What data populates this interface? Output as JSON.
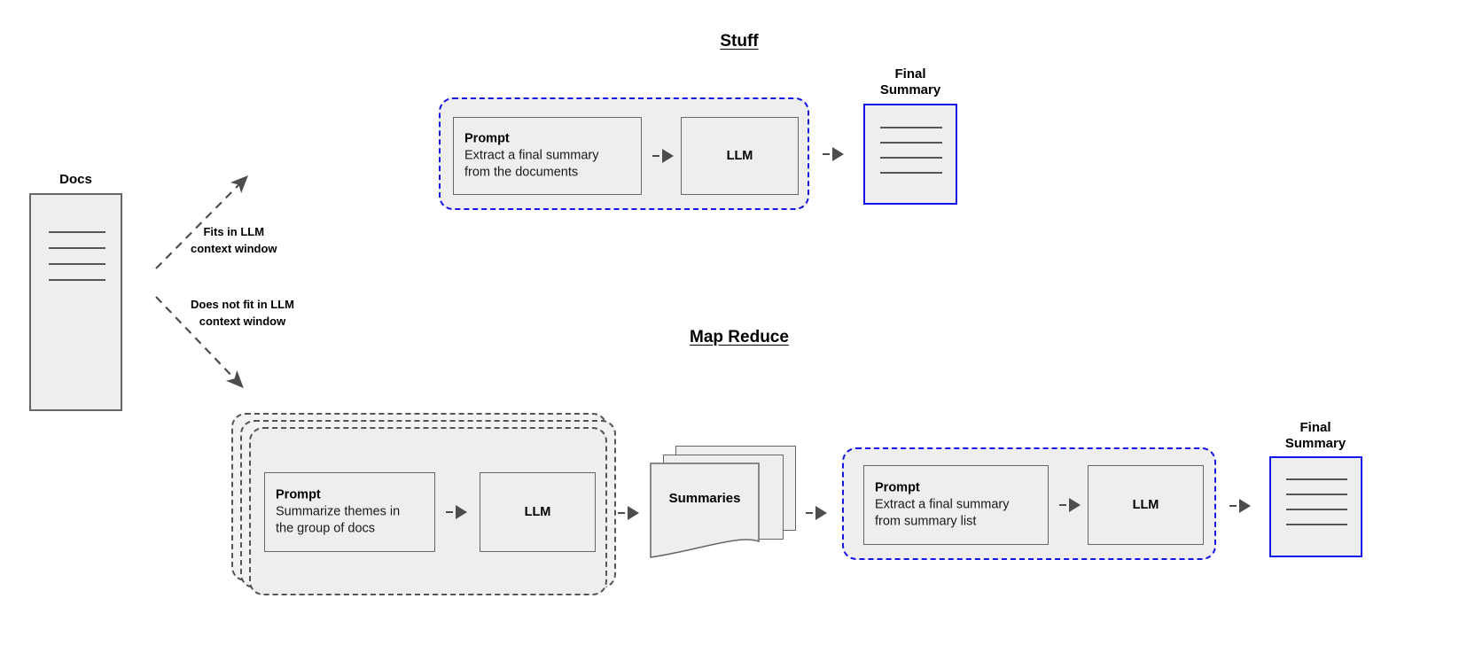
{
  "diagram": {
    "docs": {
      "label": "Docs",
      "line_count": 4
    },
    "branches": [
      {
        "label_line1": "Fits in LLM",
        "label_line2": "context window"
      },
      {
        "label_line1": "Does not fit in LLM",
        "label_line2": "context window"
      }
    ],
    "stuff": {
      "title": "Stuff",
      "prompt": {
        "heading": "Prompt",
        "line1": "Extract a final summary",
        "line2": "from the documents"
      },
      "llm": "LLM",
      "final_summary": {
        "label_line1": "Final",
        "label_line2": "Summary",
        "line_count": 4
      }
    },
    "map_reduce": {
      "title": "Map Reduce",
      "map": {
        "stack_count": 3,
        "prompt": {
          "heading": "Prompt",
          "line1": "Summarize themes in",
          "line2": "the group of docs"
        },
        "llm": "LLM"
      },
      "summaries": {
        "label": "Summaries",
        "stack_count": 3
      },
      "reduce": {
        "prompt": {
          "heading": "Prompt",
          "line1": "Extract a final summary",
          "line2": "from summary list"
        },
        "llm": "LLM"
      },
      "final_summary": {
        "label_line1": "Final",
        "label_line2": "Summary",
        "line_count": 4
      }
    },
    "colors": {
      "accent_blue": "#1414e6",
      "shape_fill": "#eeeeee",
      "shape_stroke": "#666666",
      "dashed_gray": "#555555",
      "arrow_gray": "#4d4d4d",
      "text": "#000000"
    }
  }
}
